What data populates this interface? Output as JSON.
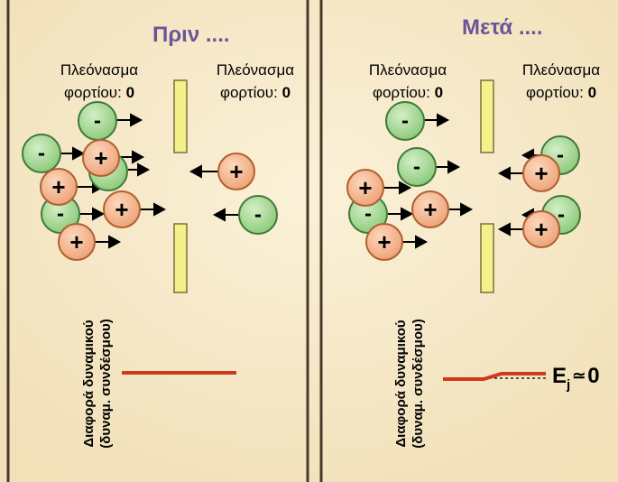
{
  "panels": [
    {
      "title": "Πριν ....",
      "left_label": {
        "line1": "Πλεόνασμα",
        "line2_prefix": "φορτίου: ",
        "line2_value": "0"
      },
      "right_label": {
        "line1": "Πλεόνασμα",
        "line2_prefix": "φορτίου: ",
        "line2_value": "0"
      },
      "axis_label": {
        "line1": "Διαφορά δυναμικού",
        "line2": "(δυναμ. συνδέσμου)"
      }
    },
    {
      "title": "Μετά ....",
      "left_label": {
        "line1": "Πλεόνασμα",
        "line2_prefix": "φορτίου: ",
        "line2_value": "0"
      },
      "right_label": {
        "line1": "Πλεόνασμα",
        "line2_prefix": "φορτίου: ",
        "line2_value": "0"
      },
      "axis_label": {
        "line1": "Διαφορά δυναμικού",
        "line2": "(δυναμ. συνδέσμου)"
      },
      "potential_annotation": {
        "symbol": "E",
        "subscript": "j",
        "relation": "≃",
        "value": "0"
      }
    }
  ],
  "particle_symbols": {
    "positive": "+",
    "negative": "-"
  },
  "colors": {
    "background": "#f6e9c8",
    "panel_border": "#4a3a2a",
    "title": "#6a559a",
    "barrier_fill": "#f4f08a",
    "barrier_stroke": "#7a7040",
    "positive_fill": "#f2b48c",
    "positive_stroke": "#b06030",
    "negative_fill": "#a8d898",
    "negative_stroke": "#3e7a3a",
    "potential_line": "#cc3a1a"
  },
  "icons": [
    "positive-charge-icon",
    "negative-charge-icon",
    "arrow-right-icon",
    "arrow-left-icon",
    "membrane-barrier-icon"
  ]
}
